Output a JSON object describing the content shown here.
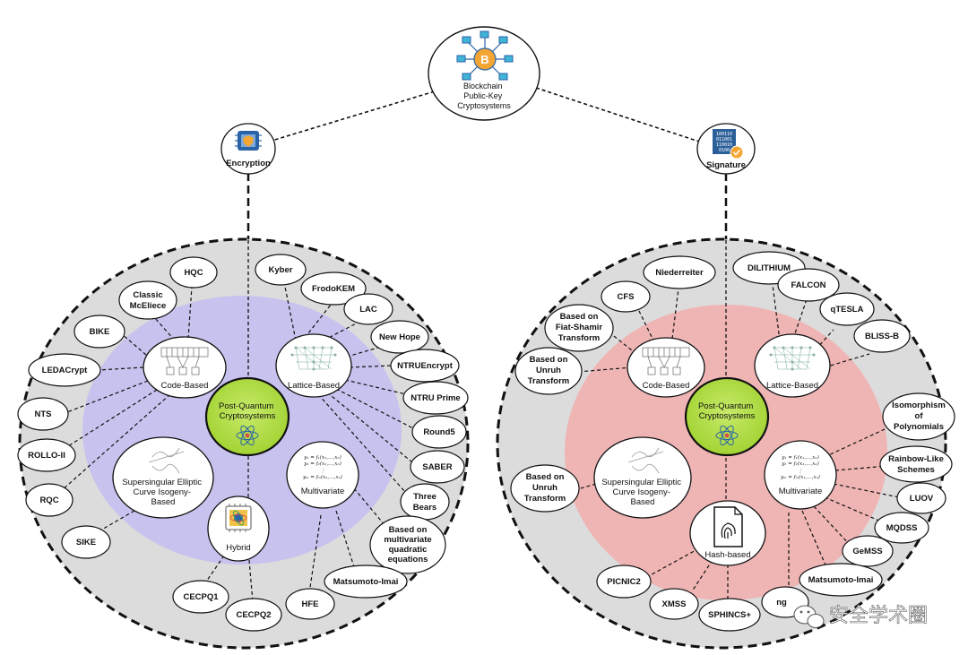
{
  "top": {
    "title_lines": [
      "Blockchain",
      "Public-Key",
      "Cryptosystems"
    ]
  },
  "branches": {
    "encryption": "Encryption",
    "signature": "Signature"
  },
  "left": {
    "hub_lines": [
      "Post-Quantum",
      "Cryptosystems"
    ],
    "categories": {
      "code": "Code-Based",
      "lattice": "Lattice-Based",
      "isogeny": [
        "Supersingular Elliptic",
        "Curve Isogeny-",
        "Based"
      ],
      "multivariate": "Multivariate",
      "hybrid": "Hybrid"
    },
    "leaves": {
      "hqc": [
        "HQC"
      ],
      "classic_mceliece": [
        "Classic",
        "McEliece"
      ],
      "bike": [
        "BIKE"
      ],
      "ledacrypt": [
        "LEDACrypt"
      ],
      "nts": [
        "NTS"
      ],
      "rollo": [
        "ROLLO-II"
      ],
      "rqc": [
        "RQC"
      ],
      "sike": [
        "SIKE"
      ],
      "kyber": [
        "Kyber"
      ],
      "frodokem": [
        "FrodoKEM"
      ],
      "lac": [
        "LAC"
      ],
      "newhope": [
        "New Hope"
      ],
      "ntruencrypt": [
        "NTRUEncrypt"
      ],
      "ntruprime": [
        "NTRU Prime"
      ],
      "round5": [
        "Round5"
      ],
      "saber": [
        "SABER"
      ],
      "threebears": [
        "Three",
        "Bears"
      ],
      "mq_equations": [
        "Based on",
        "multivariate",
        "quadratic",
        "equations"
      ],
      "matsumoto": [
        "Matsumoto-Imai"
      ],
      "hfe": [
        "HFE"
      ],
      "cecpq1": [
        "CECPQ1"
      ],
      "cecpq2": [
        "CECPQ2"
      ]
    }
  },
  "right": {
    "hub_lines": [
      "Post-Quantum",
      "Cryptosystems"
    ],
    "categories": {
      "code": "Code-Based",
      "lattice": "Lattice-Based",
      "isogeny": [
        "Supersingular Elliptic",
        "Curve Isogeny-",
        "Based"
      ],
      "multivariate": "Multivariate",
      "hash": "Hash-based"
    },
    "leaves": {
      "niederreiter": [
        "Niederreiter"
      ],
      "cfs": [
        "CFS"
      ],
      "fiat_shamir": [
        "Based on",
        "Fiat-Shamir",
        "Transform"
      ],
      "unruh_code": [
        "Based on",
        "Unruh",
        "Transform"
      ],
      "dilithium": [
        "DILITHIUM"
      ],
      "falcon": [
        "FALCON"
      ],
      "qtesla": [
        "qTESLA"
      ],
      "blissb": [
        "BLISS-B"
      ],
      "unruh_iso": [
        "Based on",
        "Unruh",
        "Transform"
      ],
      "isomorphism": [
        "Isomorphism",
        "of",
        "Polynomials"
      ],
      "rainbow": [
        "Rainbow-Like",
        "Schemes"
      ],
      "luov": [
        "LUOV"
      ],
      "mqdss": [
        "MQDSS"
      ],
      "gemss": [
        "GeMSS"
      ],
      "matsumoto": [
        "Matsumoto-Imai"
      ],
      "picnic": [
        "PICNIC2"
      ],
      "xmss": [
        "XMSS"
      ],
      "sphincs": [
        "SPHINCS+"
      ],
      "partial": [
        "ng"
      ]
    }
  },
  "math": {
    "l1": "y₁ = f₁(x₁,…,xₙ)",
    "l2": "y₂ = f₂(x₁,…,xₙ)",
    "l3": "⋮",
    "l4": "yₘ = fₘ(x₁,…,xₙ)"
  },
  "watermark": "安全学术圈",
  "colors": {
    "outer_fill": "#dcdcdc",
    "left_inner": "#c7c2ee",
    "right_inner": "#efb5b5",
    "hub": "#b6e04a",
    "node_fill": "#ffffff"
  }
}
